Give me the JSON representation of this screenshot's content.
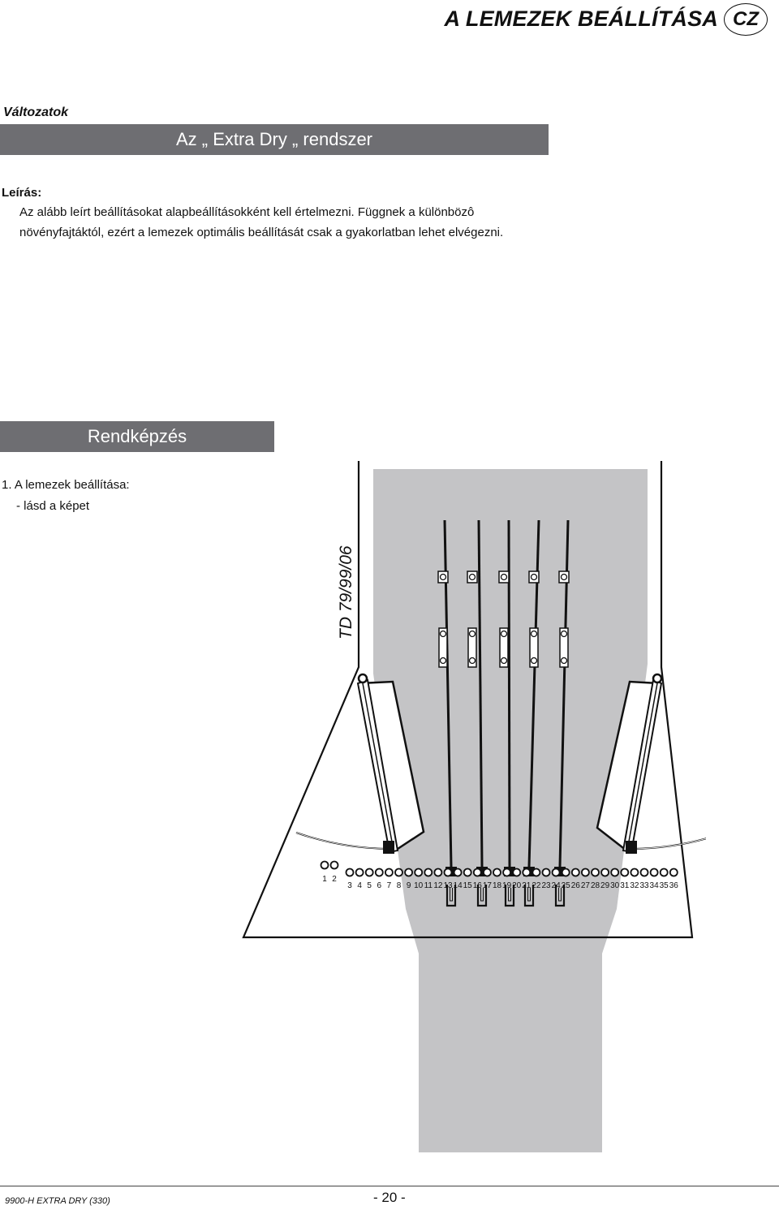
{
  "header": {
    "title": "A LEMEZEK BEÁLLÍTÁSA",
    "lang": "CZ"
  },
  "section_label": "Változatok",
  "banner_system": "Az „ Extra Dry „ rendszer",
  "description": {
    "label": "Leírás:",
    "text": "Az alább leírt beállításokat alapbeállításokként kell értelmezni. Függnek a különbözô növényfajtáktól, ezért a lemezek optimális beállítását csak a gyakorlatban lehet elvégezni."
  },
  "banner_row": "Rendképzés",
  "steps": {
    "step1": "1. A lemezek beállítása:",
    "step1_sub": "-    lásd a képet"
  },
  "diagram": {
    "code": "TD 79/99/06",
    "position_labels": [
      "1",
      "2",
      "3",
      "4",
      "5",
      "6",
      "7",
      "8",
      "9",
      "10",
      "11",
      "12",
      "13",
      "14",
      "15",
      "16",
      "17",
      "18",
      "19",
      "20",
      "21",
      "22",
      "23",
      "24",
      "25",
      "26",
      "27",
      "28",
      "29",
      "30",
      "31",
      "32",
      "33",
      "34",
      "35",
      "36"
    ]
  },
  "footer": {
    "left": "9900-H EXTRA DRY (330)",
    "page": "- 20 -"
  }
}
